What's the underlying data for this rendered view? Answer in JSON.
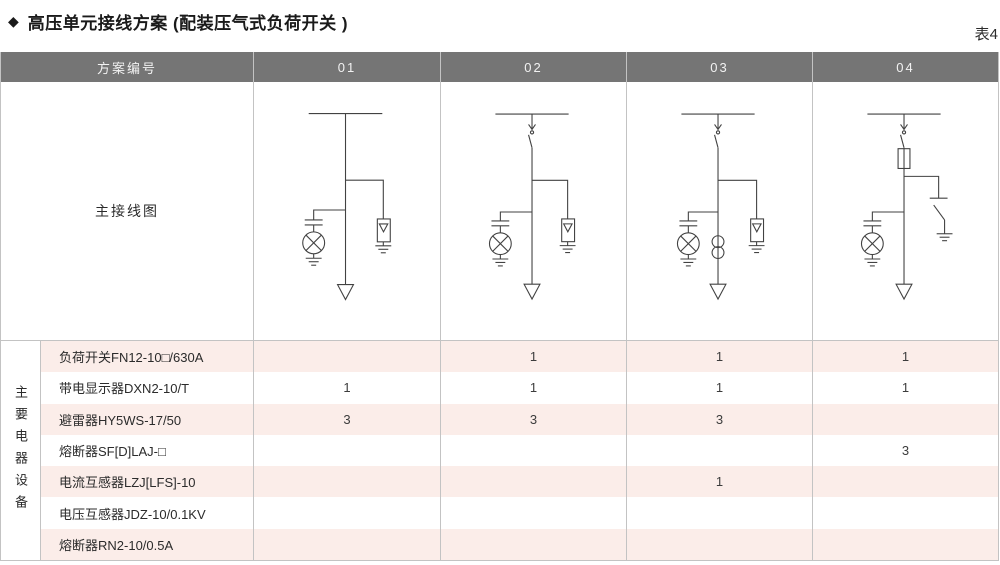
{
  "page": {
    "title_icon": "◆",
    "title": "高压单元接线方案 (配装压气式负荷开关 )",
    "table_tag": "表4"
  },
  "table": {
    "header": {
      "scheme_label": "方案编号",
      "schemes": [
        "01",
        "02",
        "03",
        "04"
      ]
    },
    "diagram_row_label": "主接线图",
    "equipment_group_label": "主要电器设备",
    "rows": [
      {
        "name": "负荷开关FN12-10□/630A",
        "values": [
          "",
          "1",
          "1",
          "1"
        ]
      },
      {
        "name": "带电显示器DXN2-10/T",
        "values": [
          "1",
          "1",
          "1",
          "1"
        ]
      },
      {
        "name": "避雷器HY5WS-17/50",
        "values": [
          "3",
          "3",
          "3",
          ""
        ]
      },
      {
        "name": "熔断器SF[D]LAJ-□",
        "values": [
          "",
          "",
          "",
          "3"
        ]
      },
      {
        "name": "电流互感器LZJ[LFS]-10",
        "values": [
          "",
          "",
          "1",
          ""
        ]
      },
      {
        "name": "电压互感器JDZ-10/0.1KV",
        "values": [
          "",
          "",
          "",
          ""
        ]
      },
      {
        "name": "熔断器RN2-10/0.5A",
        "values": [
          "",
          "",
          "",
          ""
        ]
      }
    ],
    "diagrams": [
      {
        "scheme": "01",
        "components": [
          "busbar",
          "surge-arrester-with-earth",
          "capacitor-voltage-indicator-lamp-with-earth",
          "outgoing-feeder-arrow"
        ]
      },
      {
        "scheme": "02",
        "components": [
          "busbar",
          "load-switch",
          "surge-arrester-with-earth",
          "capacitor-voltage-indicator-lamp-with-earth",
          "outgoing-feeder-arrow"
        ]
      },
      {
        "scheme": "03",
        "components": [
          "busbar",
          "load-switch",
          "surge-arrester-with-earth",
          "capacitor-voltage-indicator-lamp-with-earth",
          "current-transformer",
          "outgoing-feeder-arrow"
        ]
      },
      {
        "scheme": "04",
        "components": [
          "busbar",
          "load-switch",
          "fuse",
          "earthing-switch",
          "capacitor-voltage-indicator-lamp-with-earth",
          "outgoing-feeder-arrow"
        ]
      }
    ],
    "colors": {
      "header_bg": "#757575",
      "header_text": "#f2f2f2",
      "row_pink": "#fbede9",
      "border": "#c3c3c3",
      "diagram_stroke": "#424242"
    }
  }
}
